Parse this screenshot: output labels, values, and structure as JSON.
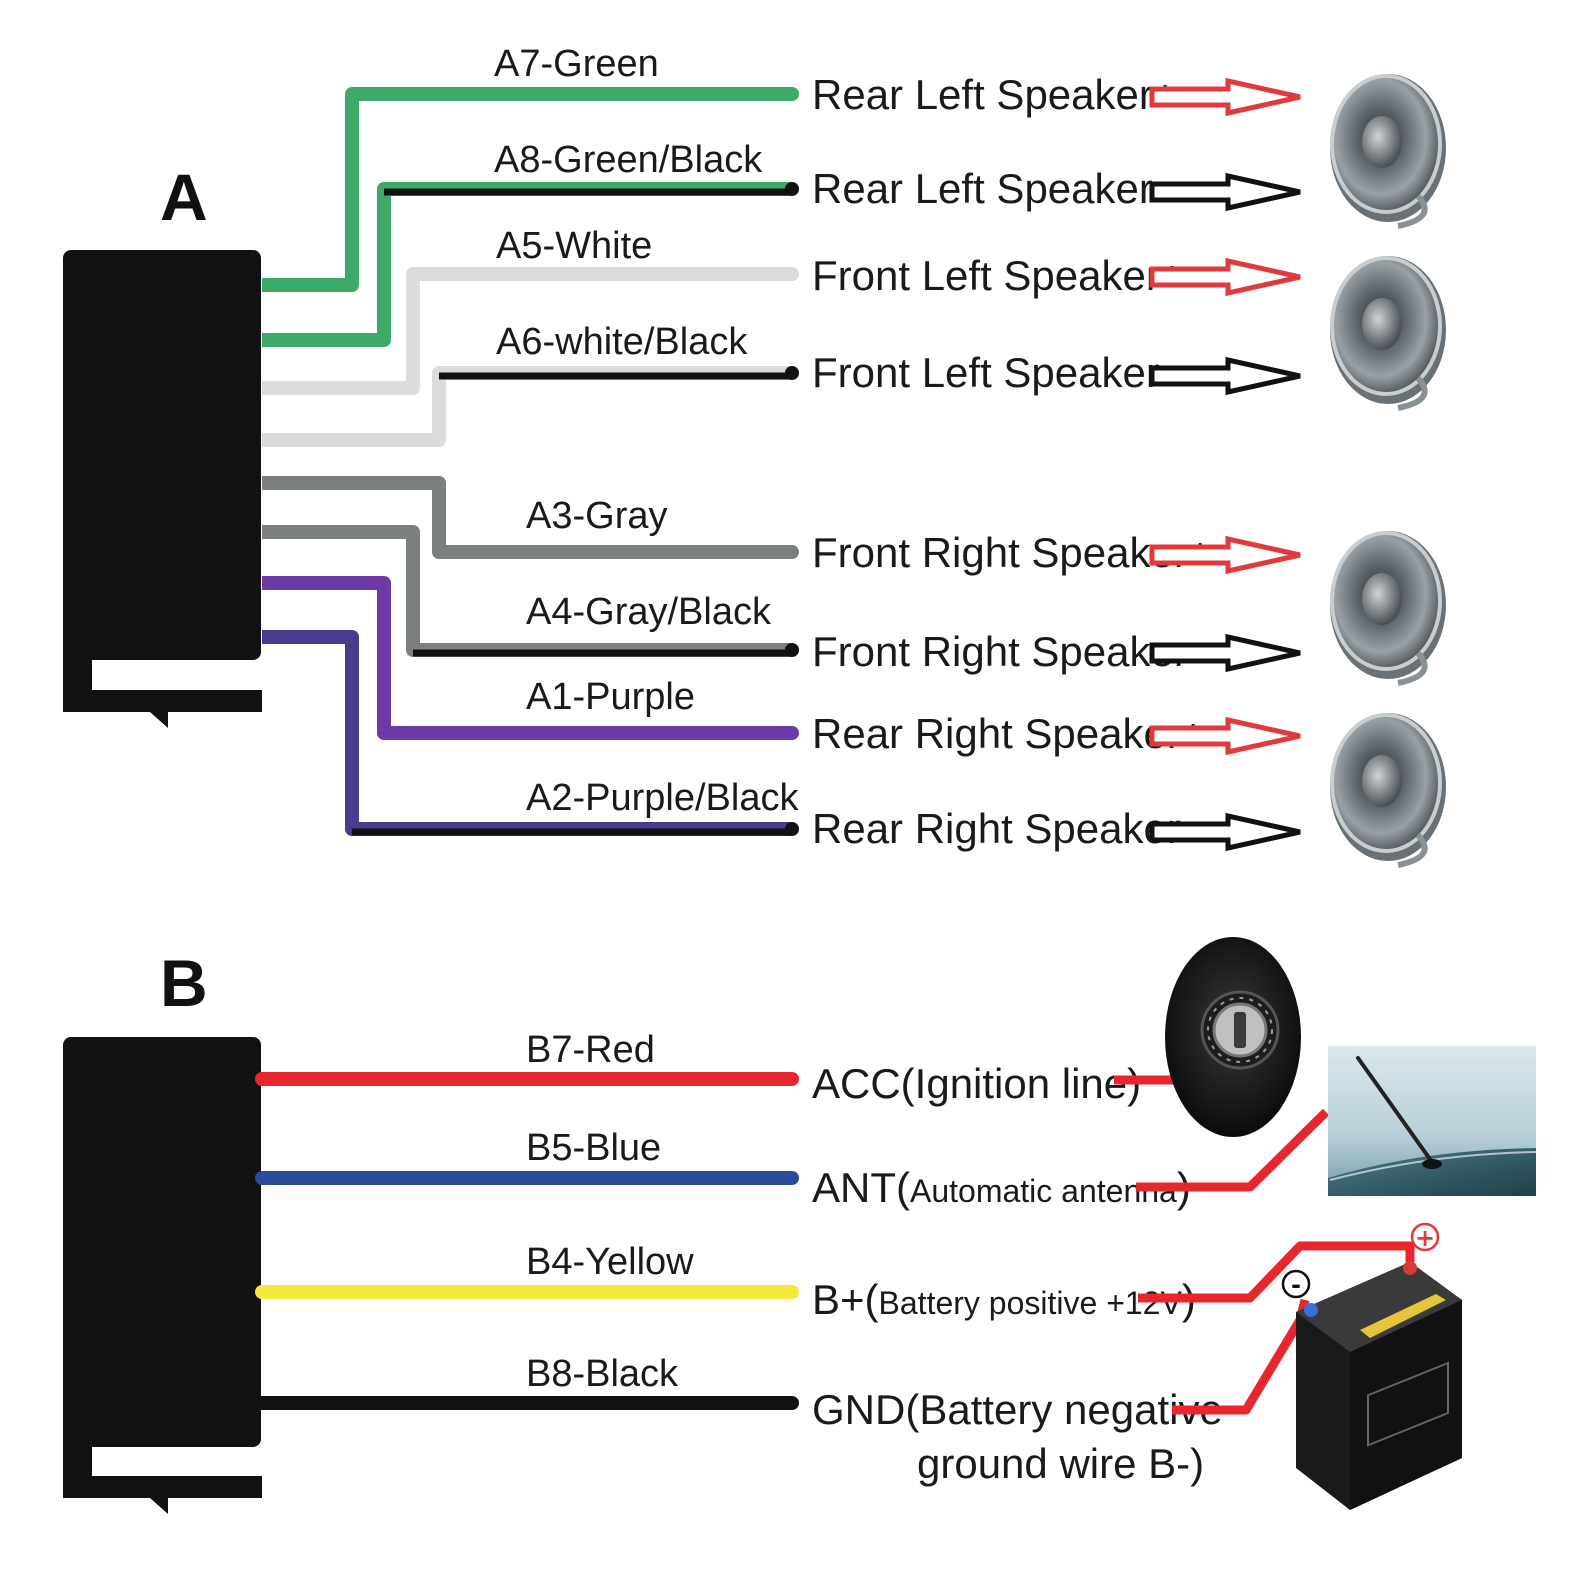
{
  "sections": {
    "a": {
      "letter": "A"
    },
    "b": {
      "letter": "B"
    }
  },
  "wires_a": [
    {
      "label": "A7-Green",
      "function": "Rear Left Speaker+",
      "color": "#3daa6a",
      "polarity": "positive"
    },
    {
      "label": "A8-Green/Black",
      "function": "Rear Left Speaker-",
      "color": "#3daa6a",
      "stripe": "#111111",
      "polarity": "negative"
    },
    {
      "label": "A5-White",
      "function": "Front Left Speaker+",
      "color": "#dcdcdc",
      "polarity": "positive"
    },
    {
      "label": "A6-white/Black",
      "function": "Front Left Speaker-",
      "color": "#dcdcdc",
      "stripe": "#111111",
      "polarity": "negative"
    },
    {
      "label": "A3-Gray",
      "function": "Front Right Speaker+",
      "color": "#7b7f80",
      "polarity": "positive"
    },
    {
      "label": "A4-Gray/Black",
      "function": "Front Right Speaker-",
      "color": "#7b7f80",
      "stripe": "#111111",
      "polarity": "negative"
    },
    {
      "label": "A1-Purple",
      "function": "Rear Right Speaker+",
      "color": "#6b3aa8",
      "polarity": "positive"
    },
    {
      "label": "A2-Purple/Black",
      "function": "Rear Right Speaker-",
      "color": "#4a3c8c",
      "stripe": "#111111",
      "polarity": "negative"
    }
  ],
  "wires_b": [
    {
      "label": "B7-Red",
      "color": "#e8262e",
      "function_main": "ACC(Ignition line)",
      "function_small": "",
      "function_end": ""
    },
    {
      "label": "B5-Blue",
      "color": "#2a4a9a",
      "function_main": "ANT(",
      "function_small": "Automatic antenna",
      "function_end": ")"
    },
    {
      "label": "B4-Yellow",
      "color": "#f2ea3a",
      "function_main": "B+(",
      "function_small": "Battery positive +12V",
      "function_end": ")"
    },
    {
      "label": "B8-Black",
      "color": "#111111",
      "function_main": "GND(Battery negative",
      "function_line2": "ground wire B-)"
    }
  ],
  "battery": {
    "plus_symbol": "+",
    "minus_symbol": "-"
  },
  "colors": {
    "arrow_positive": "#e03a3e",
    "arrow_negative": "#111111",
    "connector": "#111111",
    "feed_wire": "#e8262e"
  },
  "icons": [
    "speaker-icon",
    "ignition-key-icon",
    "car-antenna-icon",
    "car-battery-icon"
  ]
}
